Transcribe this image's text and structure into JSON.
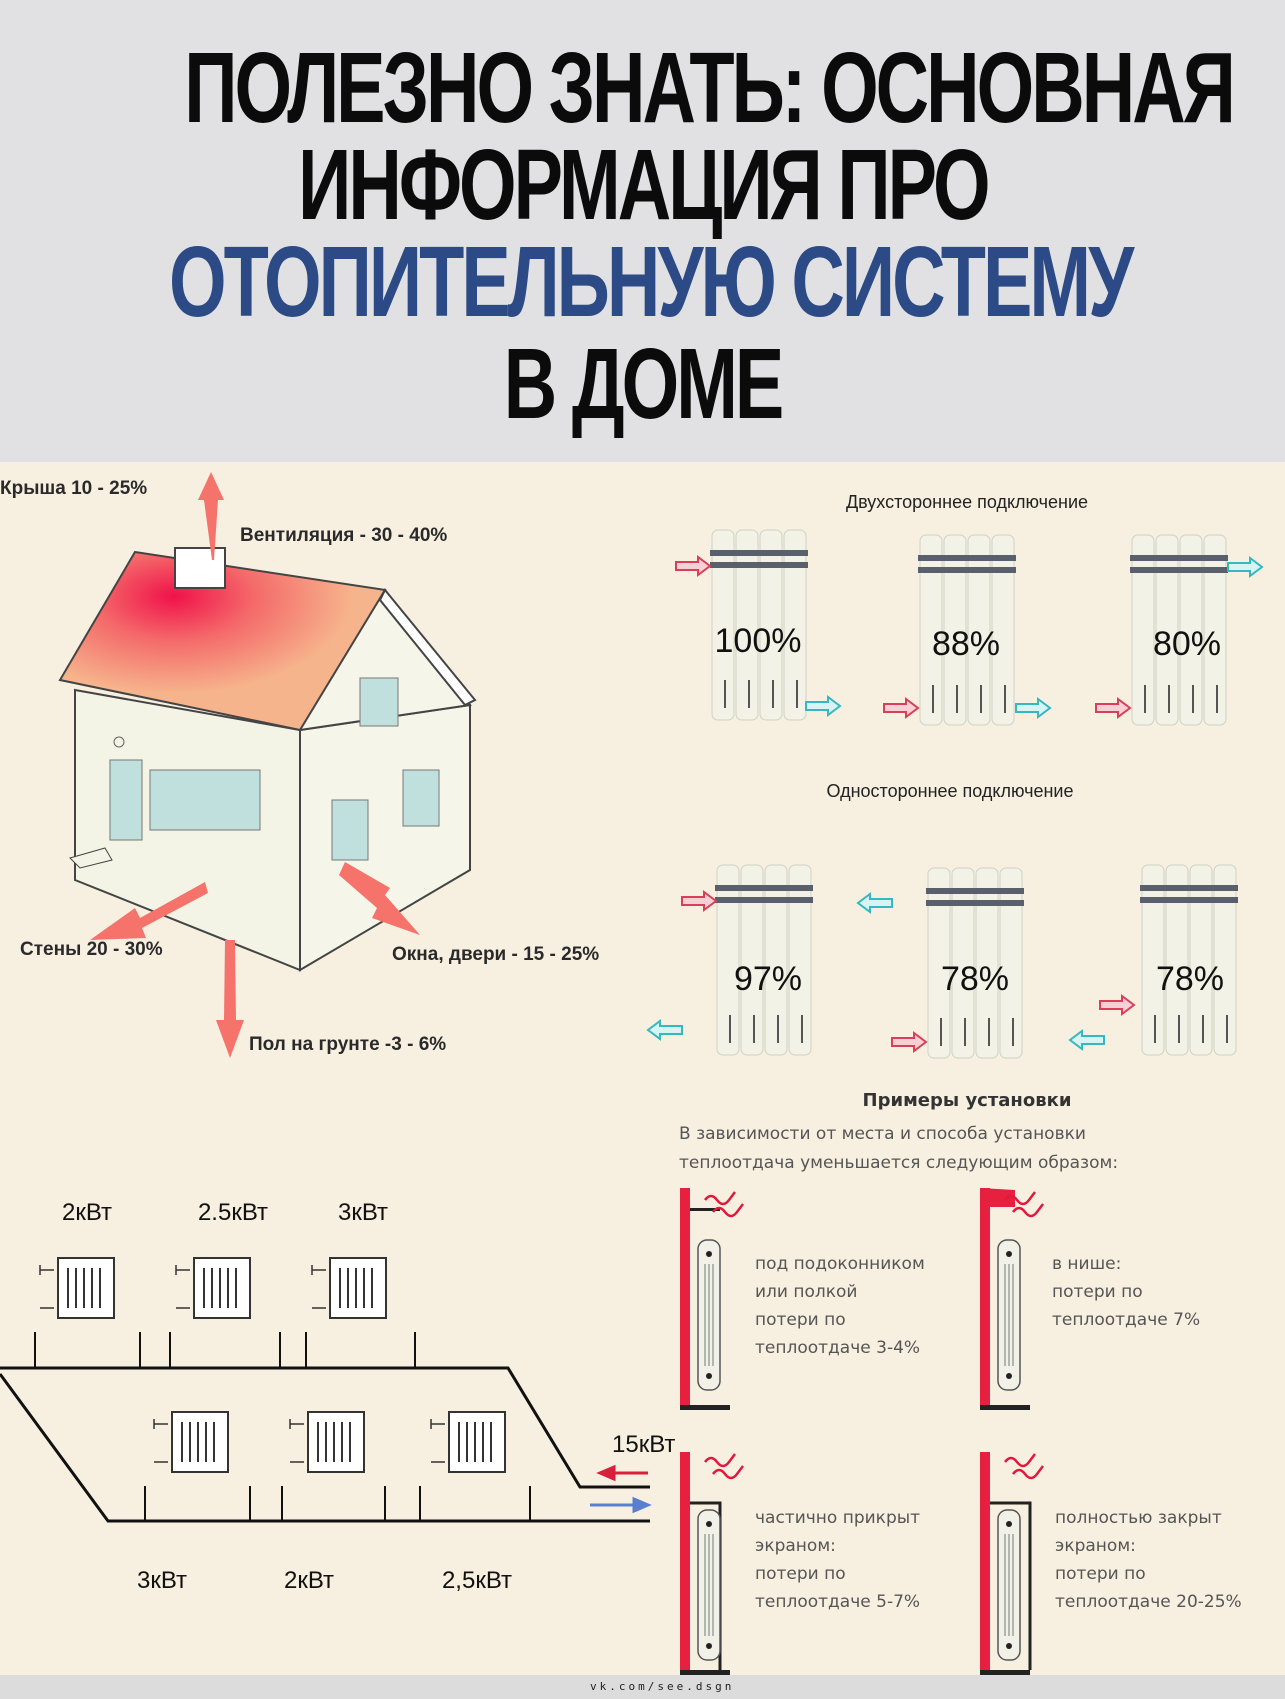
{
  "title": {
    "line1": "ПОЛЕЗНО ЗНАТЬ: ОСНОВНАЯ",
    "line2": "ИНФОРМАЦИЯ ПРО",
    "line3": "ОТОПИТЕЛЬНУЮ СИСТЕМУ",
    "line4": "В ДОМЕ",
    "accent_color": "#2c4a86"
  },
  "heat_loss": {
    "roof": "Крыша 10 - 25%",
    "ventilation": "Вентиляция - 30 - 40%",
    "walls": "Стены 20 - 30%",
    "windows_doors": "Окна, двери - 15 - 25%",
    "floor": "Пол на грунте -3 - 6%"
  },
  "connections": {
    "two_sided_title": "Двухстороннее подключение",
    "two_sided": [
      "100%",
      "88%",
      "80%"
    ],
    "one_sided_title": "Одностороннее подключение",
    "one_sided": [
      "97%",
      "78%",
      "78%"
    ]
  },
  "installation": {
    "title": "Примеры установки",
    "desc1": "В зависимости от места и способа установки",
    "desc2": "теплоотдача уменьшается следующим образом:",
    "items": [
      {
        "lines": [
          "под подоконником",
          "или полкой",
          "потери по",
          "теплоотдаче 3-4%"
        ]
      },
      {
        "lines": [
          "в нише:",
          "потери по",
          "теплоотдаче 7%"
        ]
      },
      {
        "lines": [
          "частично прикрыт",
          "экраном:",
          "потери по",
          "теплоотдаче 5-7%"
        ]
      },
      {
        "lines": [
          "полностью закрыт",
          "экраном:",
          "потери по",
          "теплоотдаче 20-25%"
        ]
      }
    ]
  },
  "piping": {
    "top": [
      "2кВт",
      "2.5кВт",
      "3кВт"
    ],
    "bottom": [
      "3кВт",
      "2кВт",
      "2,5кВт"
    ],
    "total": "15кВт"
  },
  "footer": "vk.com/see.dsgn"
}
